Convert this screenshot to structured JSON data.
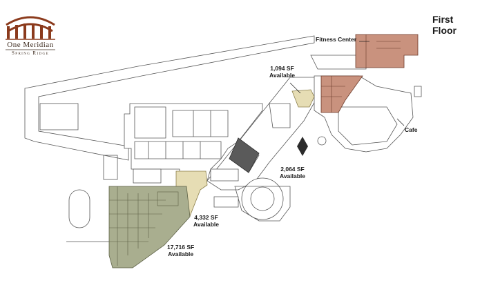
{
  "header": {
    "logo_title": "One Meridian",
    "logo_subtitle": "Spring Ridge",
    "floor_title": "First Floor"
  },
  "labels": {
    "fitness_center": "Fitness Center",
    "cafe": "Cafe",
    "suite_1094_area": "1,094 SF",
    "suite_1094_status": "Available",
    "suite_2064_area": "2,064 SF",
    "suite_2064_status": "Available",
    "suite_4332_area": "4,332 SF",
    "suite_4332_status": "Available",
    "suite_17716_area": "17,716 SF",
    "suite_17716_status": "Available"
  },
  "colors": {
    "available_large": "#a9ae8f",
    "available_small": "#e6ddb4",
    "amenity": "#c9927e",
    "occupied": "#5a5a5a",
    "line": "#555555",
    "logo": "#8b3a1c"
  }
}
